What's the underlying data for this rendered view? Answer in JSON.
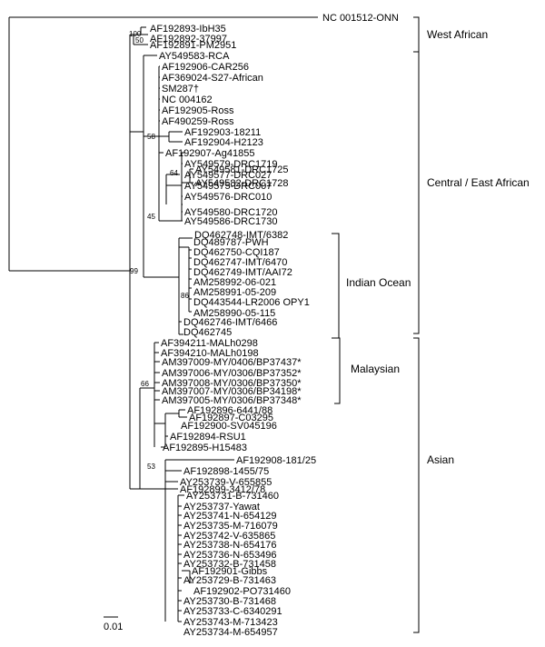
{
  "leaves": [
    "NC 001512-ONN",
    "AF192893-IbH35",
    "AF192892-37997",
    "AF192891-PM2951",
    "AY549583-RCA",
    "AF192906-CAR256",
    "AF369024-S27-African",
    "SM287†",
    "NC 004162",
    "AF192905-Ross",
    "AF490259-Ross",
    "AF192903-18211",
    "AF192904-H2123",
    "AF192907-Ag41855",
    "AY549579-DRC1719",
    "AY549581-DRC1725",
    "AY549582-DRC1728",
    "AY549577-DRC027",
    "AY549575-DRC007",
    "AY549576-DRC010",
    "AY549580-DRC1720",
    "AY549586-DRC1730",
    "DQ462748-IMT/6382",
    "DQ489787-PWH",
    "DQ462750-CQI187",
    "DQ462747-IMT/6470",
    "DQ462749-IMT/AAI72",
    "AM258992-06-021",
    "AM258991-05-209",
    "DQ443544-LR2006 OPY1",
    "AM258990-05-115",
    "DQ462746-IMT/6466",
    "DQ462745",
    "AF394211-MALh0298",
    "AF394210-MALh0198",
    "AM397009-MY/0406/BP37437*",
    "AM397006-MY/0306/BP37352*",
    "AM397008-MY/0306/BP37350*",
    "AM397007-MY/0306/BP34198*",
    "AM397005-MY/0306/BP37348*",
    "AF192896-6441/88",
    "AF192897-C03295",
    "AF192900-SV045196",
    "AF192894-RSU1",
    "AF192895-H15483",
    "AF192908-181/25",
    "AF192898-1455/75",
    "AY253739-V-655855",
    "AF192899-3412/78",
    "AY253731-B-731460",
    "AY253737-Yawat",
    "AY253741-N-654129",
    "AY253735-M-716079",
    "AY253742-V-635865",
    "AY253738-N-654176",
    "AY253736-N-653496",
    "AY253732-B-731458",
    "AF192901-Gibbs",
    "AY253729-B-731463",
    "AF192902-PO731460",
    "AY253730-B-731468",
    "AY253733-C-6340291",
    "AY253743-M-713423",
    "AY253734-M-654957"
  ],
  "bootstrap": [
    "100",
    "50",
    "58",
    "64",
    "45",
    "86",
    "99",
    "66",
    "53"
  ],
  "groups": [
    "West African",
    "Central / East African",
    "Indian Ocean",
    "Malaysian",
    "Asian"
  ],
  "scale_label": "0.01"
}
